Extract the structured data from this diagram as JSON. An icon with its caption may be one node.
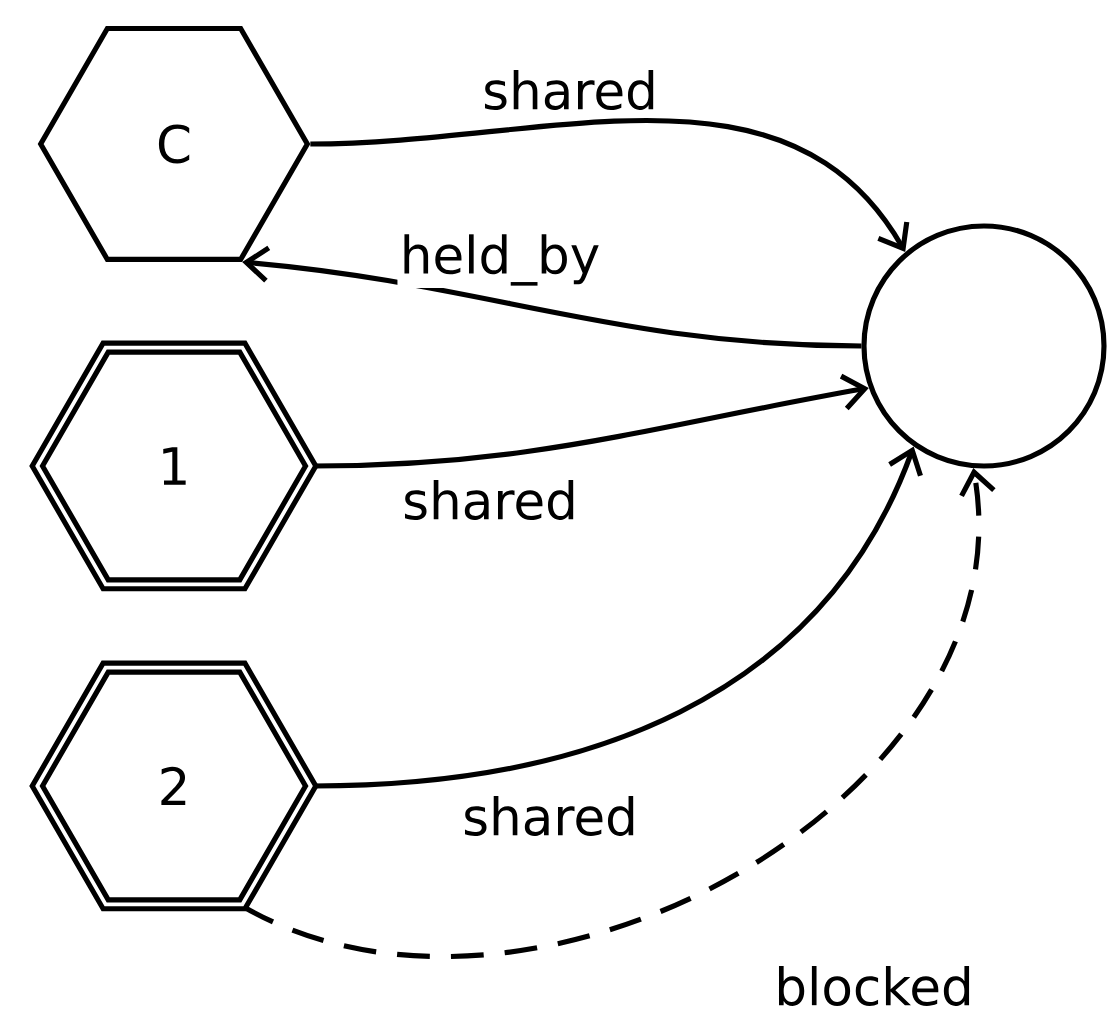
{
  "diagram": {
    "nodes": [
      {
        "text": [
          "C"
        ]
      },
      {
        "text": [
          "1"
        ]
      },
      {
        "text": [
          "2"
        ]
      },
      {
        "text": [],
        "shape": "circle"
      }
    ],
    "edges": [
      {
        "from": 0,
        "to": 3,
        "arrow": "to",
        "label": "shared"
      },
      {
        "from": 3,
        "to": 0,
        "arrow": "to",
        "label": "held_by"
      },
      {
        "from": 1,
        "to": 3,
        "arrow": "to",
        "label": "shared"
      },
      {
        "from": 2,
        "to": 3,
        "arrow": "to",
        "label": "shared"
      },
      {
        "from": 2,
        "to": 3,
        "arrow": "to",
        "label": "blocked",
        "style": "dashed"
      }
    ]
  }
}
